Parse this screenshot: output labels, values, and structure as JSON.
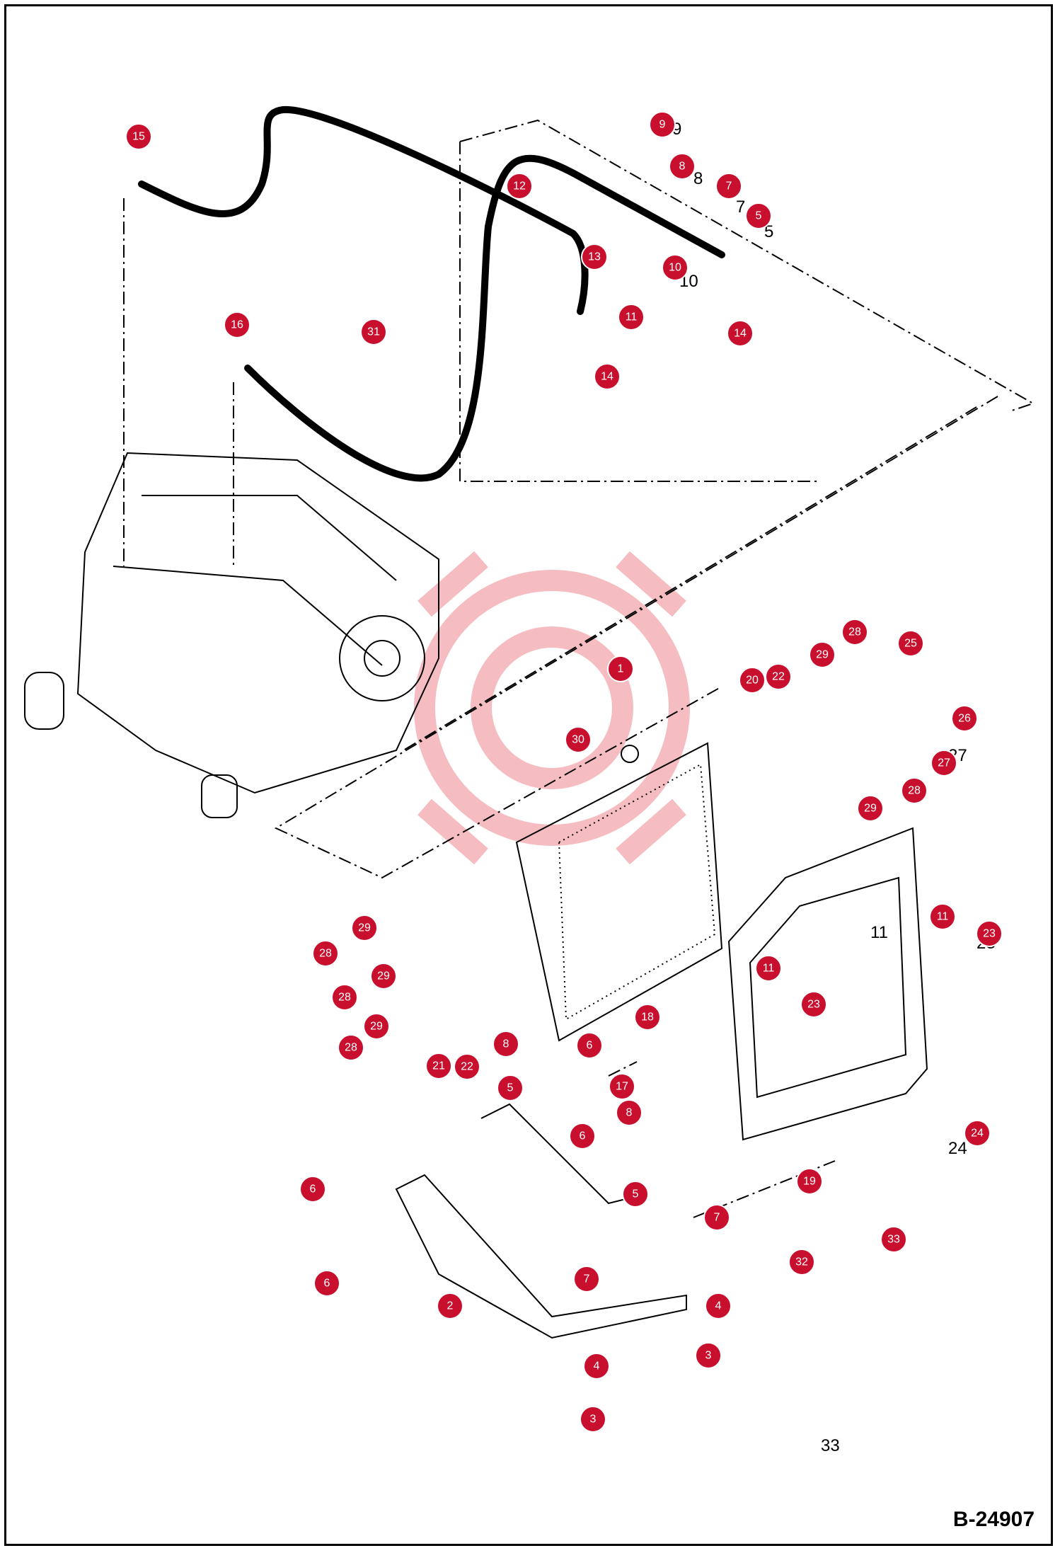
{
  "drawing_number": "B-24907",
  "colors": {
    "callout": "#c8102e",
    "line": "#000000",
    "watermark": "#f3b9bf"
  },
  "callouts": [
    "1",
    "2",
    "3",
    "4",
    "5",
    "6",
    "7",
    "8",
    "9",
    "10",
    "11",
    "12",
    "13",
    "14",
    "15",
    "16",
    "17",
    "18",
    "19",
    "20",
    "21",
    "22",
    "23",
    "24",
    "25",
    "26",
    "27",
    "28",
    "29",
    "30",
    "31",
    "32",
    "33"
  ],
  "icons": [
    "watermark-gear-logo"
  ]
}
